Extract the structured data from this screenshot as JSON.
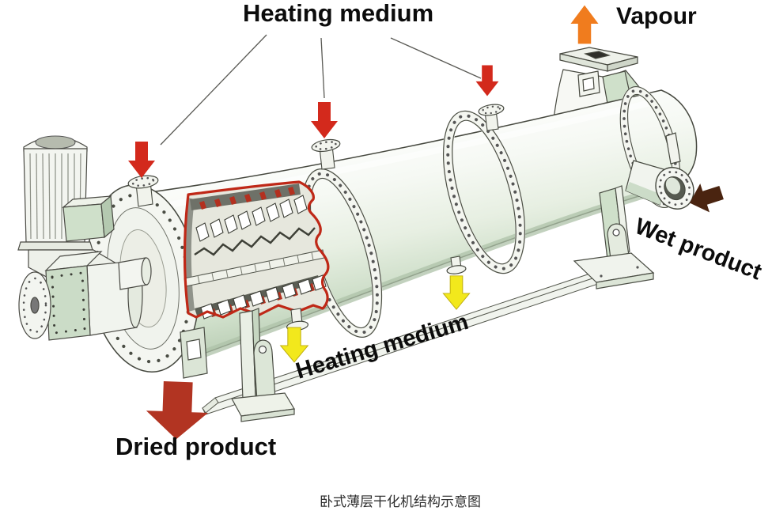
{
  "caption": "卧式薄层干化机结构示意图",
  "labels": {
    "heating_medium_top": "Heating medium",
    "vapour": "Vapour",
    "wet_product": "Wet product",
    "heating_medium_bottom": "Heating medium",
    "dried_product": "Dried product"
  },
  "arrows": [
    {
      "name": "heating-medium-inlet-arrow-1",
      "direction": "down",
      "color": "#d3291c"
    },
    {
      "name": "heating-medium-inlet-arrow-2",
      "direction": "down",
      "color": "#d3291c"
    },
    {
      "name": "heating-medium-inlet-arrow-3",
      "direction": "down",
      "color": "#d3291c"
    },
    {
      "name": "vapour-outlet-arrow",
      "direction": "up",
      "color": "#f07c1e"
    },
    {
      "name": "heating-medium-outlet-arrow-1",
      "direction": "down",
      "color": "#f2e81c"
    },
    {
      "name": "heating-medium-outlet-arrow-2",
      "direction": "down",
      "color": "#f2e81c"
    },
    {
      "name": "wet-product-inlet-arrow",
      "direction": "left",
      "color": "#4a2410"
    },
    {
      "name": "dried-product-outlet-arrow",
      "direction": "down",
      "color": "#b23422"
    }
  ],
  "colors": {
    "cut_edge": "#bf2817",
    "shell_green": "#cfe0ca",
    "outline": "#46483f",
    "cut_red_fill": "#b3301f"
  }
}
